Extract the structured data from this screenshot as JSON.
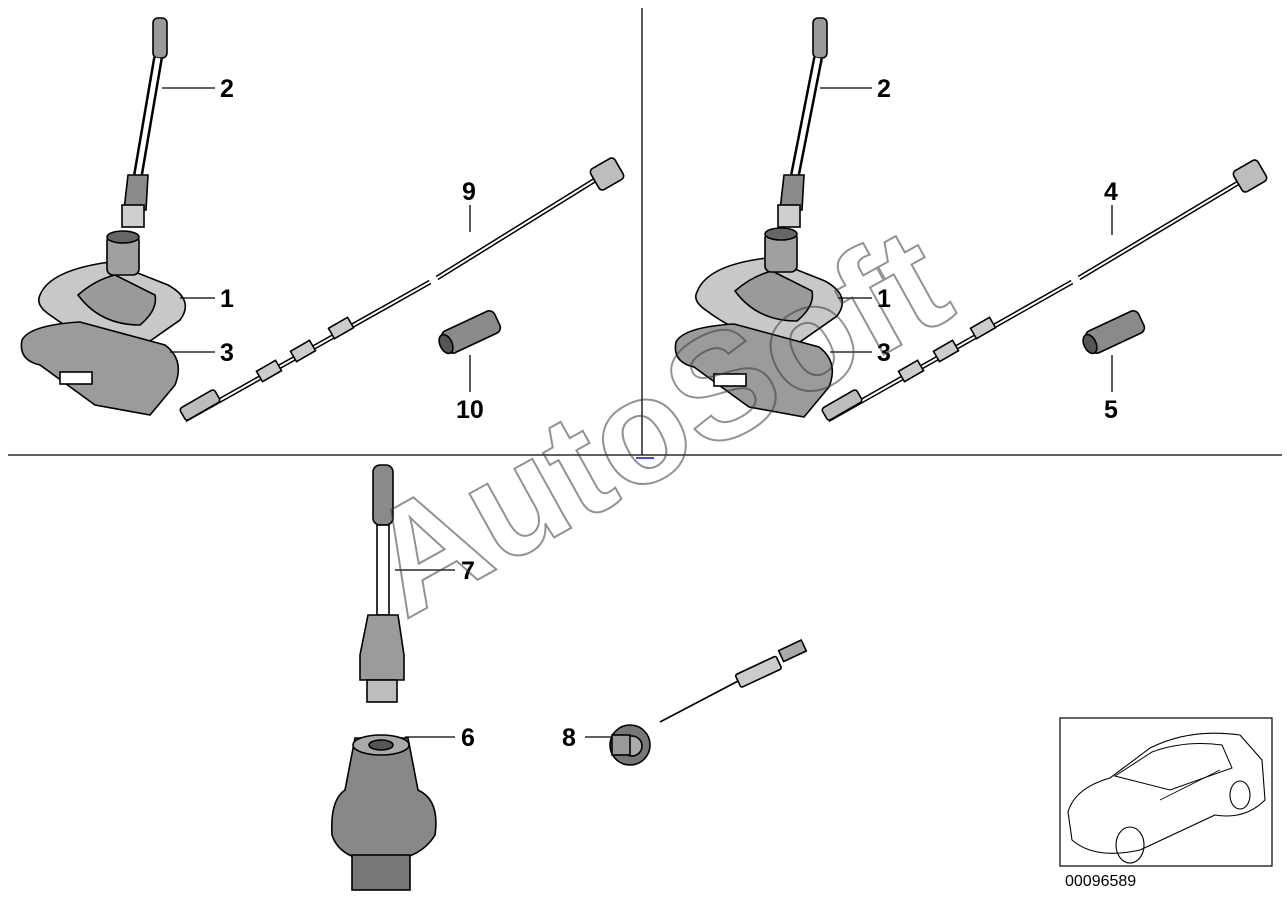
{
  "callouts": {
    "tl_antenna_mast": "2",
    "tl_base": "1",
    "tl_pad": "3",
    "tl_cable": "9",
    "tl_adapter": "10",
    "tr_antenna_mast": "2",
    "tr_base": "1",
    "tr_pad": "3",
    "tr_cable": "4",
    "tr_adapter": "5",
    "b_rod": "7",
    "b_base": "6",
    "b_cable": "8"
  },
  "diagram_code": "00096589",
  "watermark": "AutoSoft",
  "colors": {
    "line": "#000000",
    "fill_dark": "#7a7a7a",
    "fill_mid": "#b0b0b0",
    "fill_light": "#d8d8d8",
    "accent": "#3b4fd8"
  }
}
